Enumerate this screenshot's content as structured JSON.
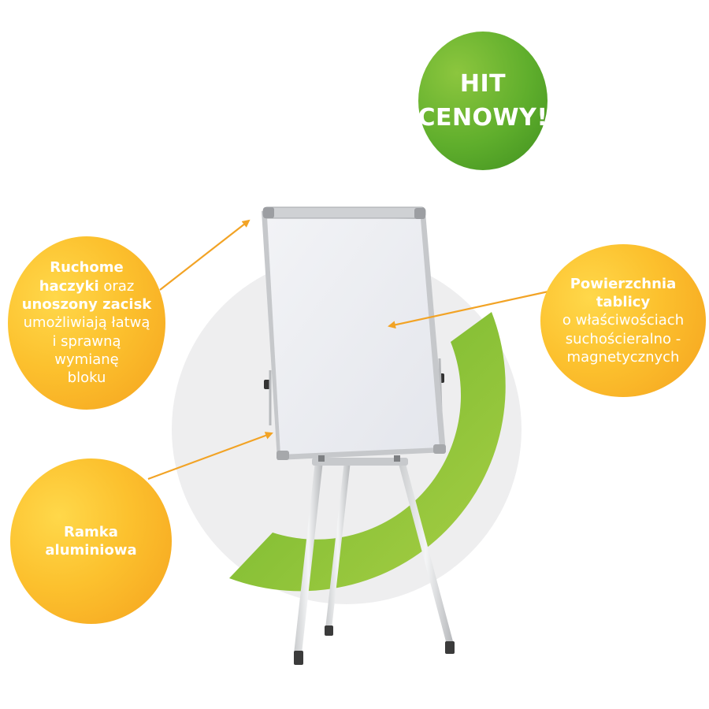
{
  "badge": {
    "line1": "HIT",
    "line2": "CENOWY!"
  },
  "callouts": {
    "hooks": {
      "bold1": "Ruchome",
      "bold2": "haczyki",
      "normal1": "oraz",
      "bold3": "unoszony zacisk",
      "normal2": "umożliwiają łatwą",
      "normal3": "i sprawną",
      "normal4": "wymianę",
      "normal5": "bloku"
    },
    "surface": {
      "bold1": "Powierzchnia",
      "bold2": "tablicy",
      "normal1": "o właściwościach",
      "normal2": "suchościeralno -",
      "normal3": "magnetycznych"
    },
    "frame": {
      "bold1": "Ramka",
      "bold2": "aluminiowa"
    }
  },
  "colors": {
    "badge_green": "#5fae2c",
    "ring_green": "#78bc2e",
    "callout_orange": "#f9b52a",
    "arrow_orange": "#f2a325",
    "disc_gray": "#eeeeef"
  }
}
